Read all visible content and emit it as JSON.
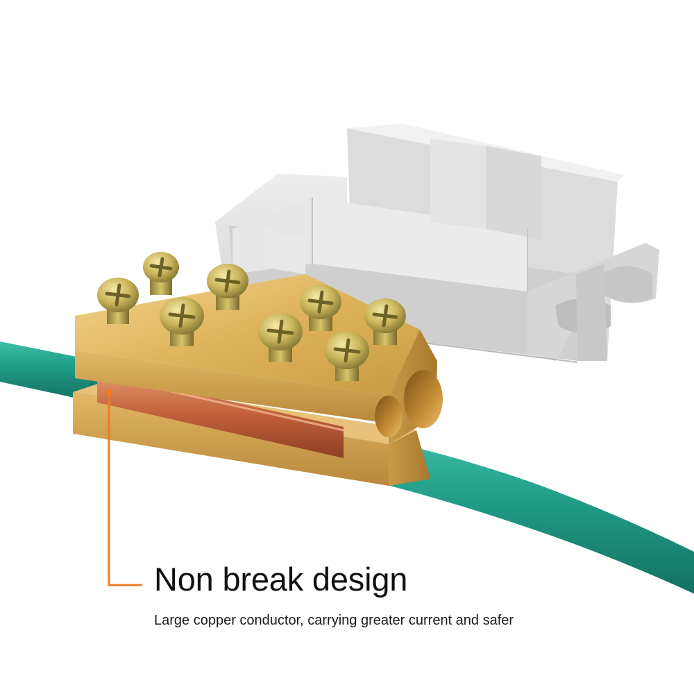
{
  "caption": {
    "headline": "Non break design",
    "description": "Large copper conductor, carrying greater current and safer"
  },
  "colors": {
    "background": "#ffffff",
    "callout_line": "#f07a22",
    "wire_insulation": "#1f9a85",
    "copper_core": "#c0603a",
    "brass_block": "#d9b05a",
    "plastic_cover": "#e2e2e2"
  },
  "icons": [
    "terminal-screw",
    "brass-terminal-block",
    "plastic-cover",
    "green-wire"
  ]
}
